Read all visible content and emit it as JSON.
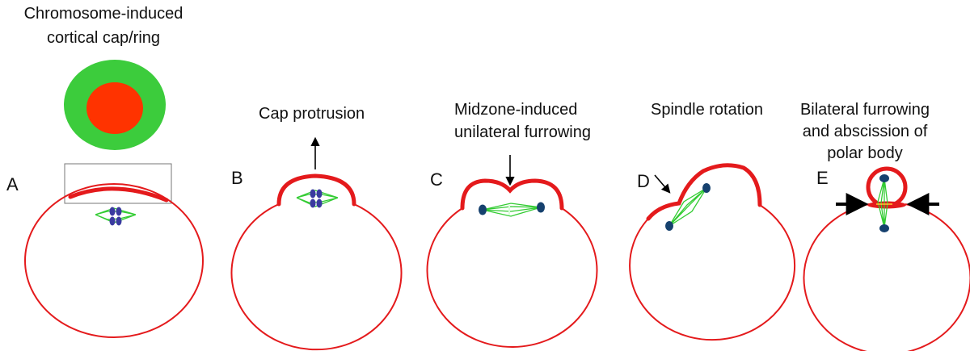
{
  "colors": {
    "cell_membrane": "#e41a1c",
    "cortical_cap": "#e41a1c",
    "cortical_ring": "#3ccc3c",
    "cap_center": "#ff3300",
    "spindle": "#33cc33",
    "chromosomes": "#3a3aa0",
    "spindle_poles": "#16416e",
    "arrows": "#000000",
    "inset_box": "#777777"
  },
  "inset": {
    "title_line1": "Chromosome-induced",
    "title_line2": "cortical cap/ring"
  },
  "panels": [
    {
      "letter": "A",
      "title_lines": []
    },
    {
      "letter": "B",
      "title_lines": [
        "Cap protrusion"
      ]
    },
    {
      "letter": "C",
      "title_lines": [
        "Midzone-induced",
        "unilateral furrowing"
      ]
    },
    {
      "letter": "D",
      "title_lines": [
        "Spindle rotation"
      ]
    },
    {
      "letter": "E",
      "title_lines": [
        "Bilateral furrowing",
        "and abscission of",
        "polar body"
      ]
    }
  ]
}
